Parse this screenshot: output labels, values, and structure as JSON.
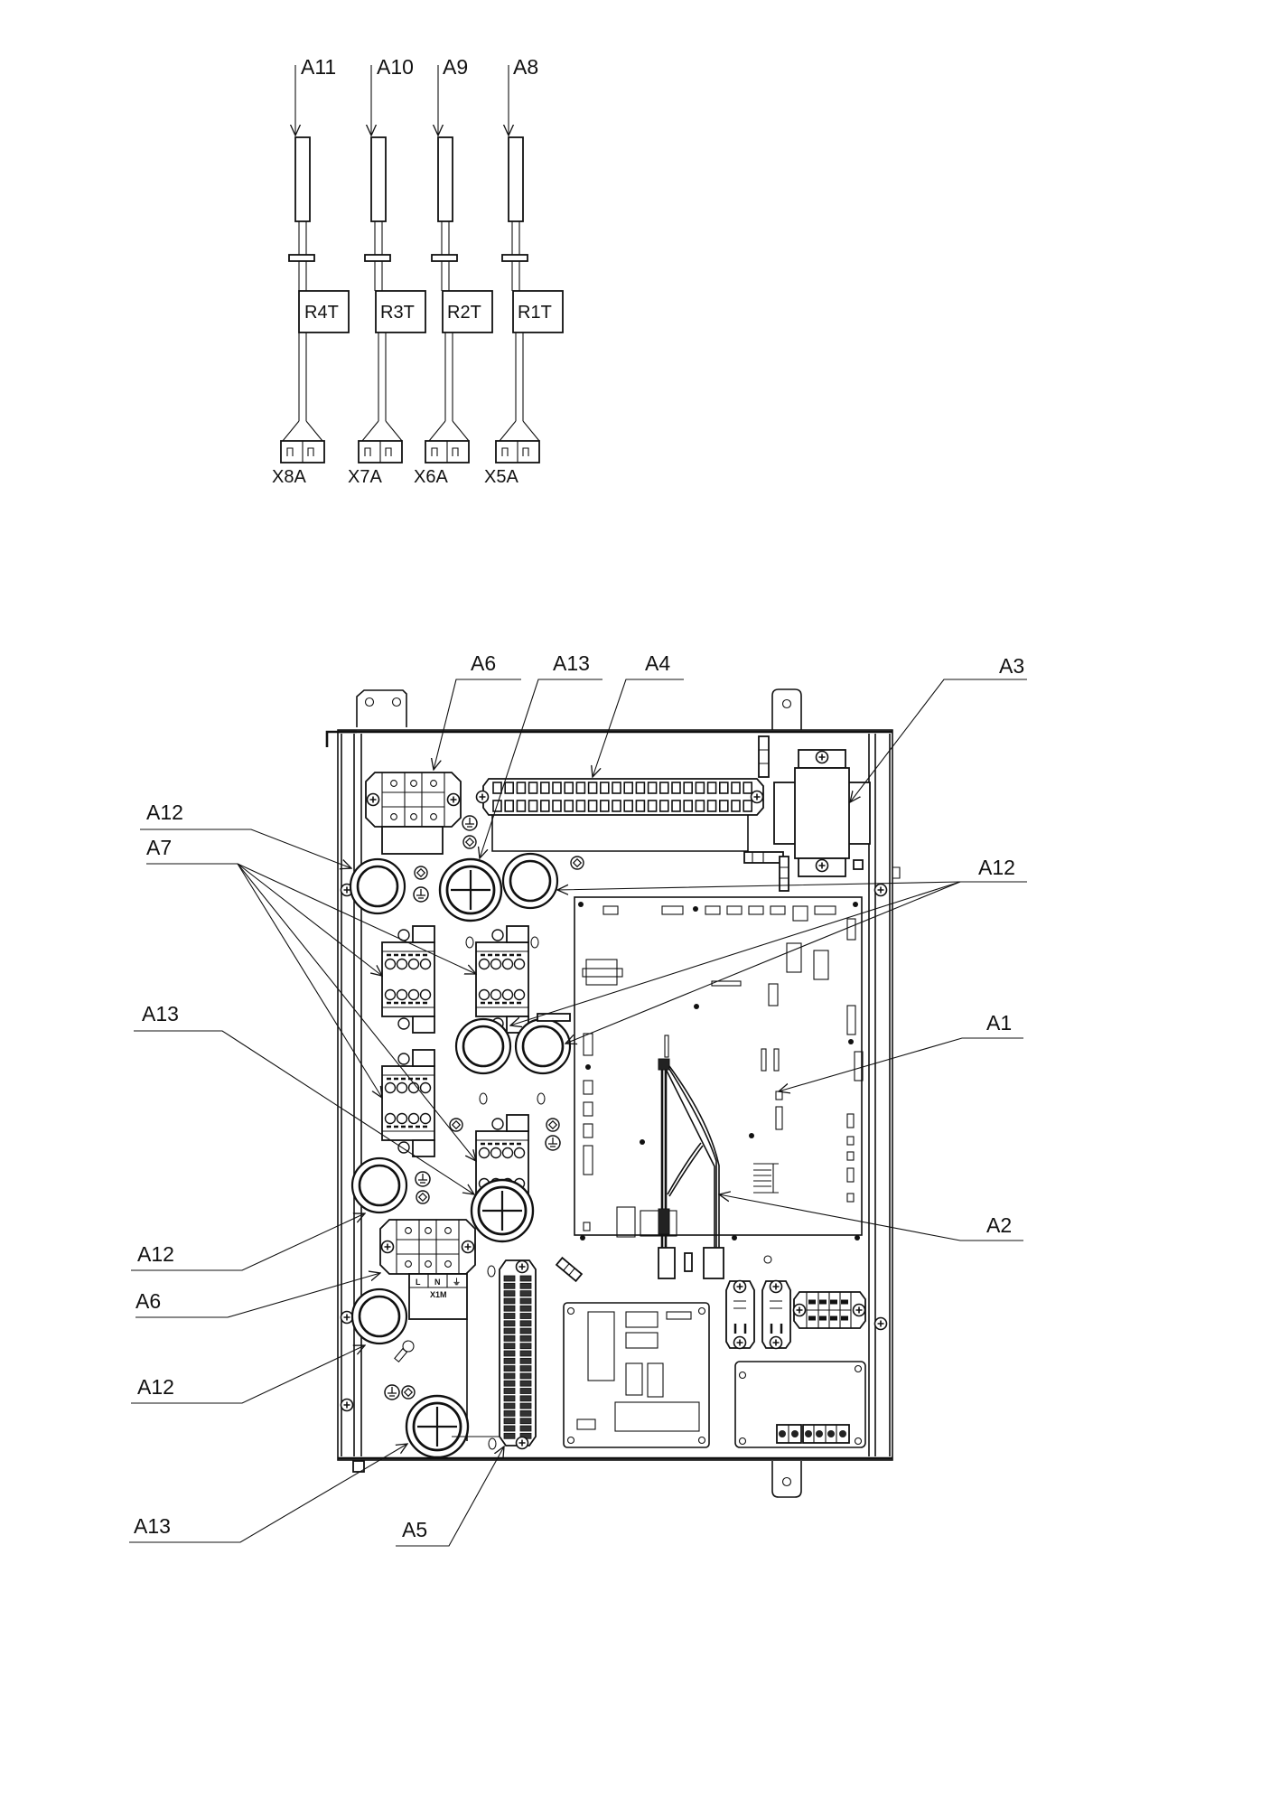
{
  "sensors": [
    {
      "callout": "A11",
      "thermistor": "R4T",
      "connector": "X8A"
    },
    {
      "callout": "A10",
      "thermistor": "R3T",
      "connector": "X7A"
    },
    {
      "callout": "A9",
      "thermistor": "R2T",
      "connector": "X6A"
    },
    {
      "callout": "A8",
      "thermistor": "R1T",
      "connector": "X5A"
    }
  ],
  "callouts": {
    "top_a6": "A6",
    "top_a13": "A13",
    "top_a4": "A4",
    "top_a3": "A3",
    "left_a12_top": "A12",
    "left_a7": "A7",
    "left_a13_mid": "A13",
    "left_a12_mid": "A12",
    "left_a6": "A6",
    "left_a12_low": "A12",
    "left_a13_bottom": "A13",
    "bottom_a5": "A5",
    "right_a12": "A12",
    "right_a1": "A1",
    "right_a2": "A2"
  },
  "terminal_block_x1m": {
    "name": "X1M",
    "terminals": [
      "L",
      "N",
      "⏚"
    ]
  },
  "icons": {
    "ground": "ground-icon",
    "screw": "screw-icon"
  }
}
